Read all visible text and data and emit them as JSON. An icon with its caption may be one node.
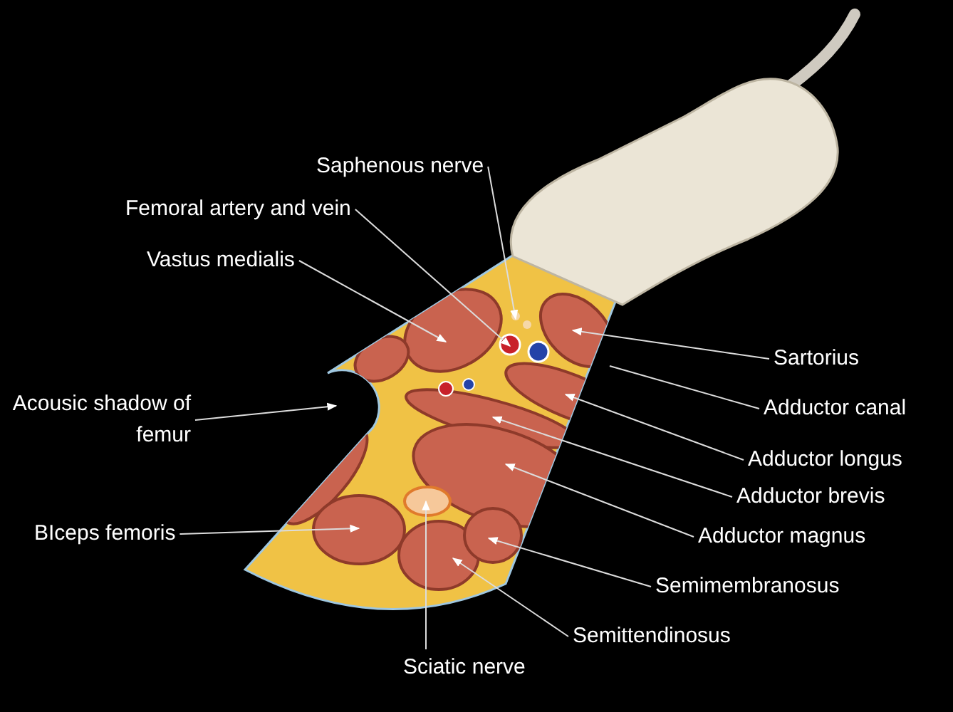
{
  "diagram": {
    "nodes": [
      {
        "text": [
          "Saphenous nerve"
        ]
      },
      {
        "text": [
          "Femoral artery and vein"
        ]
      },
      {
        "text": [
          "Vastus medialis"
        ]
      },
      {
        "text": [
          "Acousic shadow of femur"
        ]
      },
      {
        "text": [
          "BIceps femoris"
        ]
      },
      {
        "text": [
          "Sartorius"
        ]
      },
      {
        "text": [
          "Adductor canal"
        ]
      },
      {
        "text": [
          "Adductor longus"
        ]
      },
      {
        "text": [
          "Adductor brevis"
        ]
      },
      {
        "text": [
          "Adductor magnus"
        ]
      },
      {
        "text": [
          "Semimembranosus"
        ]
      },
      {
        "text": [
          "Semittendinosus"
        ]
      },
      {
        "text": [
          "Sciatic nerve"
        ]
      }
    ],
    "edges": [
      {
        "from": 0,
        "to": null,
        "arrow": "to"
      },
      {
        "from": 1,
        "to": null,
        "arrow": "to"
      },
      {
        "from": 2,
        "to": null,
        "arrow": "to"
      },
      {
        "from": 3,
        "to": null,
        "arrow": "to"
      },
      {
        "from": 4,
        "to": null,
        "arrow": "to"
      },
      {
        "from": 5,
        "to": null,
        "arrow": "to"
      },
      {
        "from": 6,
        "to": null,
        "arrow": "none"
      },
      {
        "from": 7,
        "to": null,
        "arrow": "to"
      },
      {
        "from": 8,
        "to": null,
        "arrow": "to"
      },
      {
        "from": 9,
        "to": null,
        "arrow": "to"
      },
      {
        "from": 10,
        "to": null,
        "arrow": "to"
      },
      {
        "from": 11,
        "to": null,
        "arrow": "to"
      },
      {
        "from": 12,
        "to": null,
        "arrow": "to"
      }
    ]
  }
}
